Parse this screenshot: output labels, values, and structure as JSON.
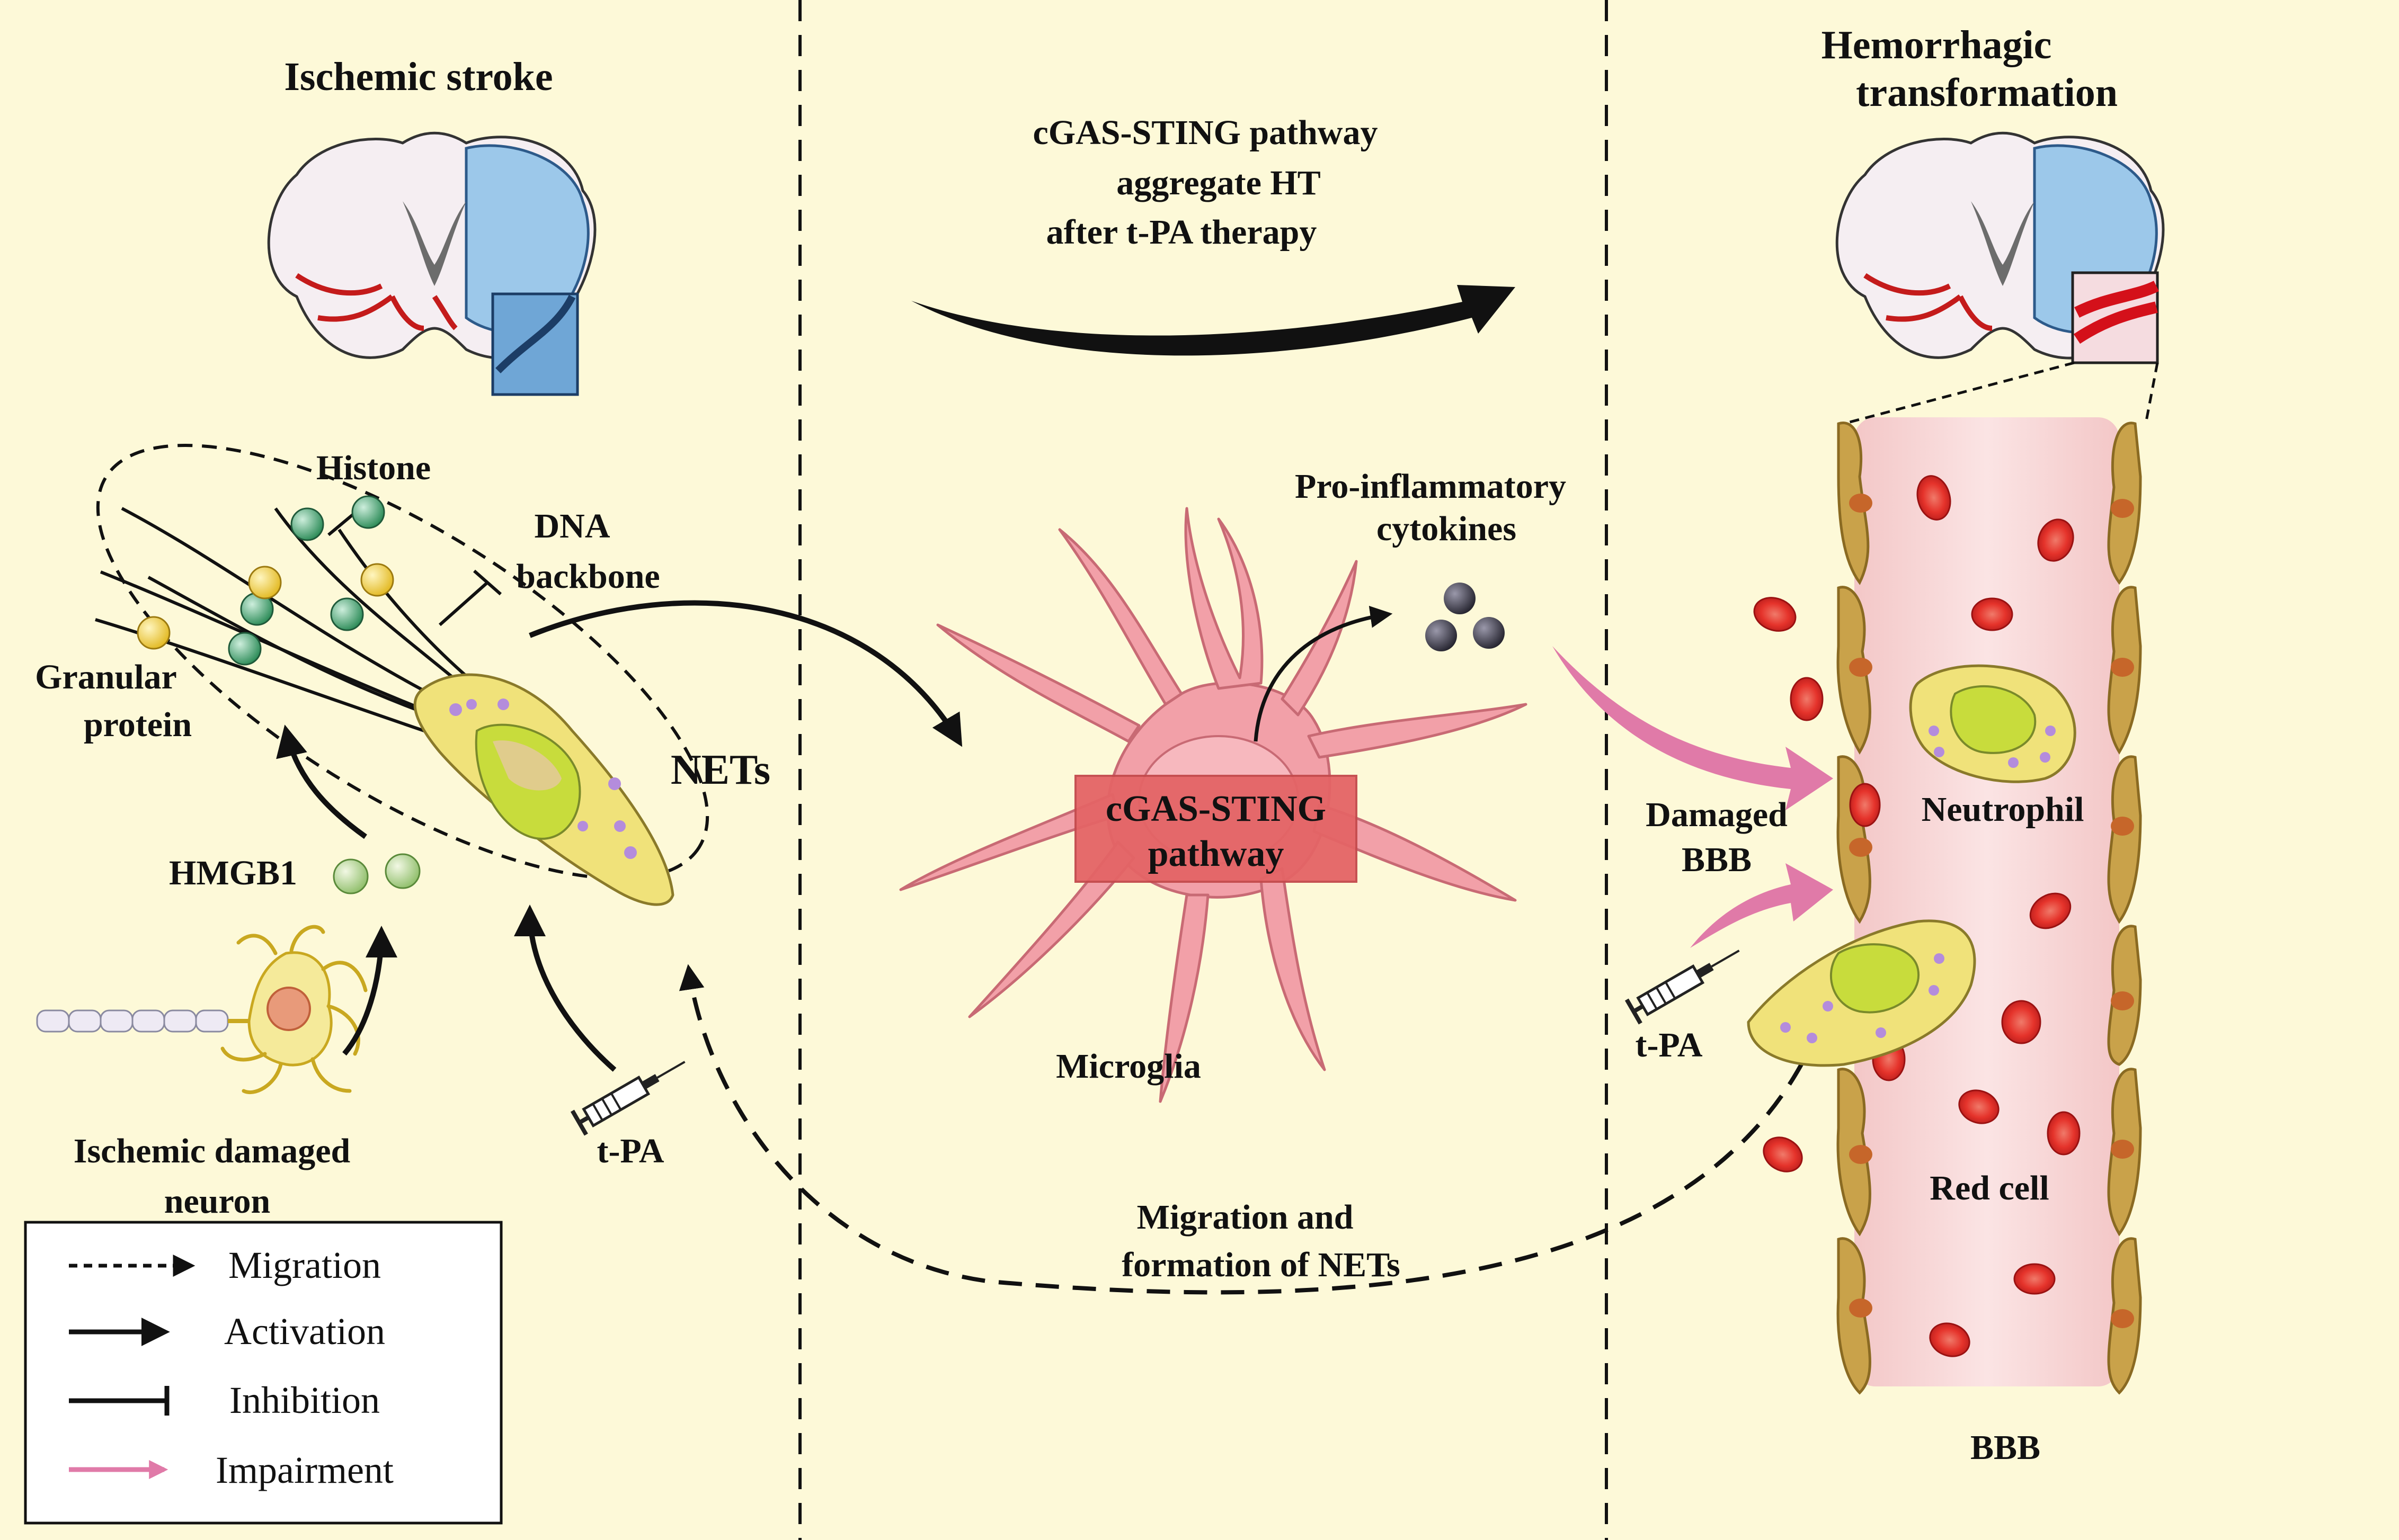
{
  "panels": {
    "left_title": "Ischemic stroke",
    "right_title_line1": "Hemorrhagic",
    "right_title_line2": "transformation"
  },
  "center": {
    "pathway_text_line1": "cGAS-STING pathway",
    "pathway_text_line2": "aggregate HT",
    "pathway_text_line3": "after t-PA therapy",
    "microglia_box_line1": "cGAS-STING",
    "microglia_box_line2": "pathway",
    "microglia_label": "Microglia",
    "cytokines_line1": "Pro-inflammatory",
    "cytokines_line2": "cytokines",
    "migration_line1": "Migration and",
    "migration_line2": "formation of NETs"
  },
  "left": {
    "histone": "Histone",
    "dna_line1": "DNA",
    "dna_line2": "backbone",
    "granular_line1": "Granular",
    "granular_line2": "protein",
    "nets": "NETs",
    "hmgb1": "HMGB1",
    "neuron_line1": "Ischemic damaged",
    "neuron_line2": "neuron",
    "tpa": "t-PA"
  },
  "right": {
    "damaged_line1": "Damaged",
    "damaged_line2": "BBB",
    "tpa": "t-PA",
    "neutrophil": "Neutrophil",
    "red_cell": "Red cell",
    "bbb": "BBB"
  },
  "legend": {
    "items": [
      {
        "label": "Migration",
        "style": "dashed-arrow",
        "color": "#111111"
      },
      {
        "label": "Activation",
        "style": "solid-arrow",
        "color": "#111111"
      },
      {
        "label": "Inhibition",
        "style": "blunt-line",
        "color": "#111111"
      },
      {
        "label": "Impairment",
        "style": "pink-arrow",
        "color": "#e07aa8"
      }
    ]
  },
  "colors": {
    "background": "#fdf9d8",
    "microglia": "#f2a0a8",
    "neutrophil": "#f0e27a",
    "nucleus": "#c8dc3c",
    "histone": "#3aa06a",
    "granule": "#f0d040",
    "red_cell": "#e83a3a",
    "vessel": "#f6d4d4",
    "endothelium": "#c8a040",
    "impairment": "#e07aa8"
  }
}
